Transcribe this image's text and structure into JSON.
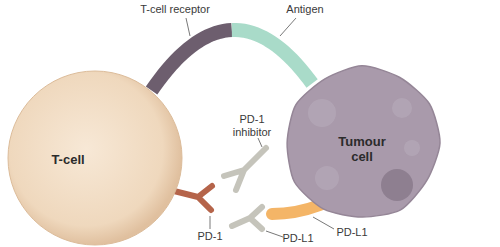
{
  "diagram": {
    "nodes": [
      {
        "text": [
          "T-cell"
        ]
      },
      {
        "text": [
          "Tumour cell"
        ]
      }
    ],
    "edges": [
      {
        "from": 0,
        "to": 1,
        "arrow": "none"
      }
    ],
    "labels": [
      "T-cell receptor",
      "Antigen",
      "PD-1 inhibitor",
      "PD-1",
      "PD-L1",
      "PD-L1"
    ]
  }
}
